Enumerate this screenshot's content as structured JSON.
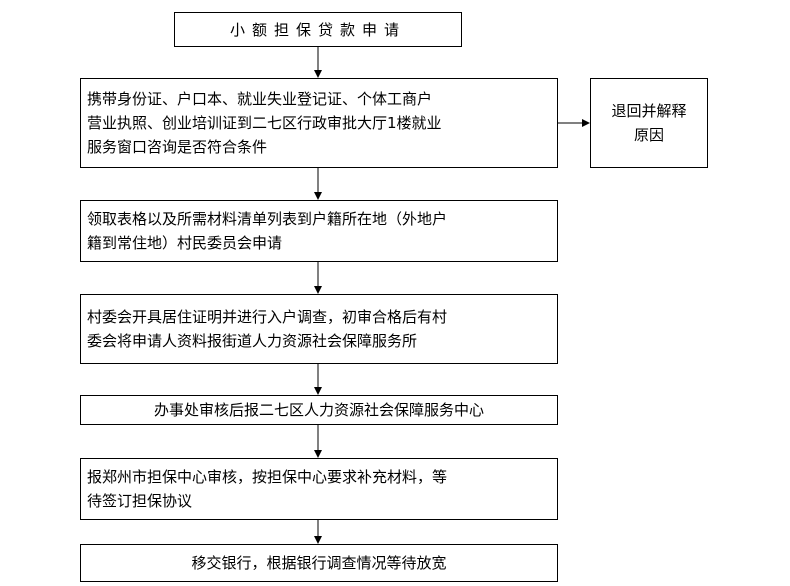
{
  "diagram": {
    "title": "小额担保贷款申请",
    "steps": [
      "携带身份证、户口本、就业失业登记证、个体工商户\n营业执照、创业培训证到二七区行政审批大厅1楼就业\n服务窗口咨询是否符合条件",
      "领取表格以及所需材料清单列表到户籍所在地（外地户\n籍到常住地）村民委员会申请",
      "村委会开具居住证明并进行入户调查，初审合格后有村\n委会将申请人资料报街道人力资源社会保障服务所",
      "办事处审核后报二七区人力资源社会保障服务中心",
      "报郑州市担保中心审核，按担保中心要求补充材料，等\n待签订担保协议",
      "移交银行，根据银行调查情况等待放宽"
    ],
    "side_branch": "退回并解释\n原因"
  }
}
